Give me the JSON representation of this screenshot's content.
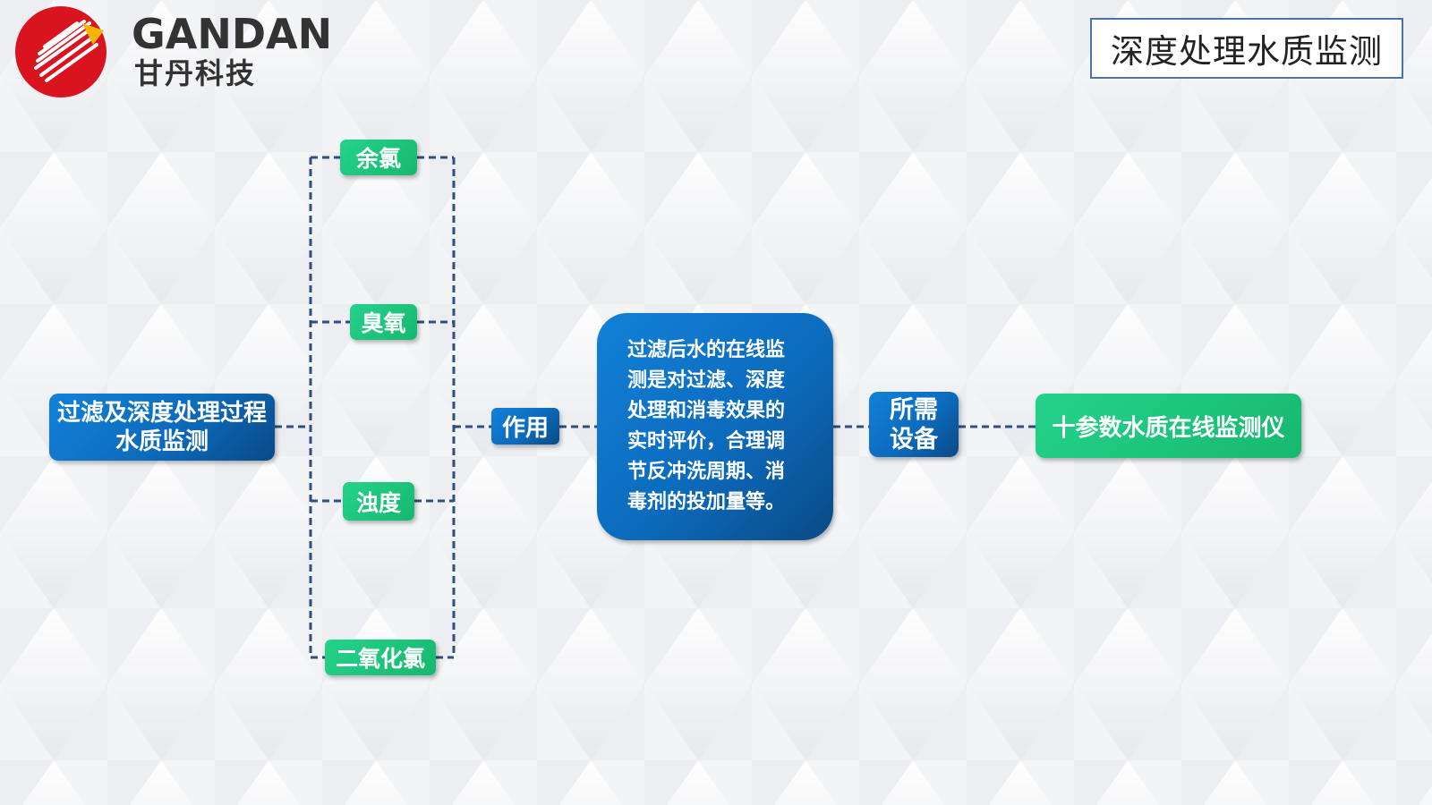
{
  "logo": {
    "name_en": "GANDAN",
    "name_cn": "甘丹科技",
    "icon": "gandan-logo-icon"
  },
  "title": "深度处理水质监测",
  "nodes": {
    "main": "过滤及深度处理过程水质监测",
    "param_1": "余氯",
    "param_2": "臭氧",
    "param_3": "浊度",
    "param_4": "二氧化氯",
    "function_label": "作用",
    "description": "过滤后水的在线监测是对过滤、深度处理和消毒效果的实时评价，合理调节反冲洗周期、消毒剂的投加量等。",
    "equipment_label": "所需设备",
    "device": "十参数水质在线监测仪"
  },
  "colors": {
    "blue_node": "#0c6bbd",
    "green_node": "#16b86e",
    "connector": "#2f4e82",
    "logo_red": "#d9141e",
    "title_border": "#4a74a8"
  }
}
